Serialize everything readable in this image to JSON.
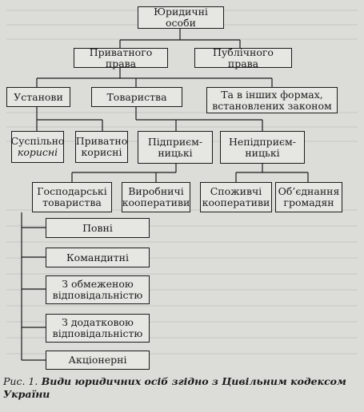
{
  "diagram": {
    "root": "Юридичні особи",
    "level1": [
      "Приватного права",
      "Публічного права"
    ],
    "level2": [
      "Установи",
      "Товариства",
      "Та в інших формах,\nвстановлених законом"
    ],
    "institutions": {
      "social_line1": "Суспільно",
      "social_line2": "корисні",
      "private_line1": "Приватно",
      "private_line2": "корисні"
    },
    "companies": [
      "Підприєм-\nницькі",
      "Непідприєм-\nницькі"
    ],
    "entrepreneurial": [
      "Господарські\nтовариства",
      "Виробничі\nкооперативи"
    ],
    "non_entrepreneurial": [
      "Споживчі\nкооперативи",
      "Об’єднання\nгромадян"
    ],
    "business_companies": [
      "Повні",
      "Командитні",
      "З обмеженою\nвідповідальністю",
      "З додатковою\nвідповідальністю",
      "Акціонерні"
    ]
  },
  "caption": {
    "label": "Рис. 1.",
    "text": "Види юридичних осіб згідно з Цивільним кодексом України"
  }
}
